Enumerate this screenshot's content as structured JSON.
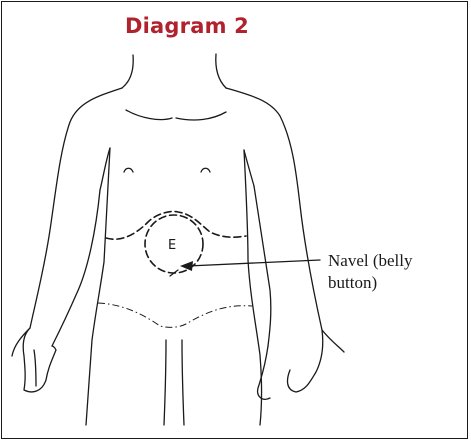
{
  "diagram": {
    "title": "Diagram 2",
    "marker_label": "E",
    "callout_label": "Navel (belly button)",
    "colors": {
      "title": "#b0222e",
      "line": "#1a1a1a",
      "background": "#ffffff"
    }
  }
}
